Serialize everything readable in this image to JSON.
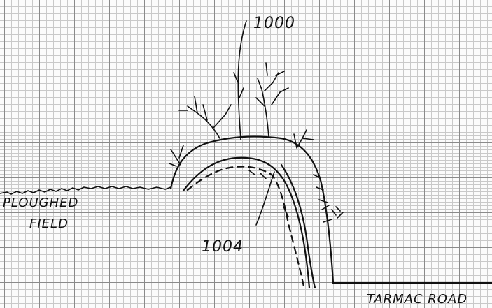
{
  "labels": {
    "top_id": "1000",
    "inner_id": "1004",
    "field_line1": "PLOUGHED",
    "field_line2": "FIELD",
    "road": "TARMAC ROAD"
  }
}
